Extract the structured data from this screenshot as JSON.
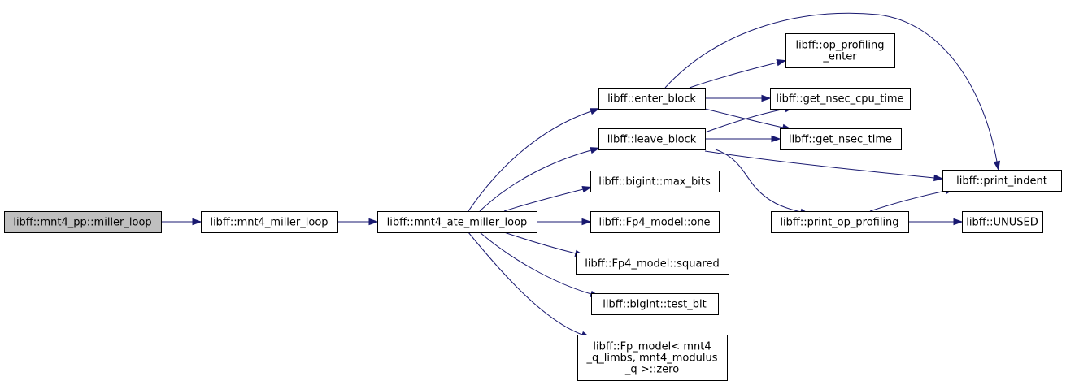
{
  "colors": {
    "edge": "#191970",
    "root_fill": "#bfbfbf",
    "node_fill": "#ffffff",
    "border": "#000000"
  },
  "nodes": {
    "n0": [
      "libff::mnt4_pp::miller_loop"
    ],
    "n1": [
      "libff::mnt4_miller_loop"
    ],
    "n2": [
      "libff::mnt4_ate_miller_loop"
    ],
    "n3": [
      "libff::enter_block"
    ],
    "n4": [
      "libff::leave_block"
    ],
    "n5": [
      "libff::bigint::max_bits"
    ],
    "n6": [
      "libff::Fp4_model::one"
    ],
    "n7": [
      "libff::Fp4_model::squared"
    ],
    "n8": [
      "libff::bigint::test_bit"
    ],
    "n9": [
      "libff::Fp_model< mnt4",
      "_q_limbs, mnt4_modulus",
      "_q >::zero"
    ],
    "n10": [
      "libff::op_profiling",
      "_enter"
    ],
    "n11": [
      "libff::get_nsec_cpu_time"
    ],
    "n12": [
      "libff::get_nsec_time"
    ],
    "n13": [
      "libff::print_indent"
    ],
    "n14": [
      "libff::print_op_profiling"
    ],
    "n15": [
      "libff::UNUSED"
    ]
  },
  "edges": [
    [
      "n0",
      "n1"
    ],
    [
      "n1",
      "n2"
    ],
    [
      "n2",
      "n3"
    ],
    [
      "n2",
      "n4"
    ],
    [
      "n2",
      "n5"
    ],
    [
      "n2",
      "n6"
    ],
    [
      "n2",
      "n7"
    ],
    [
      "n2",
      "n8"
    ],
    [
      "n2",
      "n9"
    ],
    [
      "n3",
      "n10"
    ],
    [
      "n3",
      "n11"
    ],
    [
      "n3",
      "n12"
    ],
    [
      "n3",
      "n13"
    ],
    [
      "n4",
      "n11"
    ],
    [
      "n4",
      "n12"
    ],
    [
      "n4",
      "n13"
    ],
    [
      "n4",
      "n14"
    ],
    [
      "n14",
      "n13"
    ],
    [
      "n14",
      "n15"
    ]
  ]
}
